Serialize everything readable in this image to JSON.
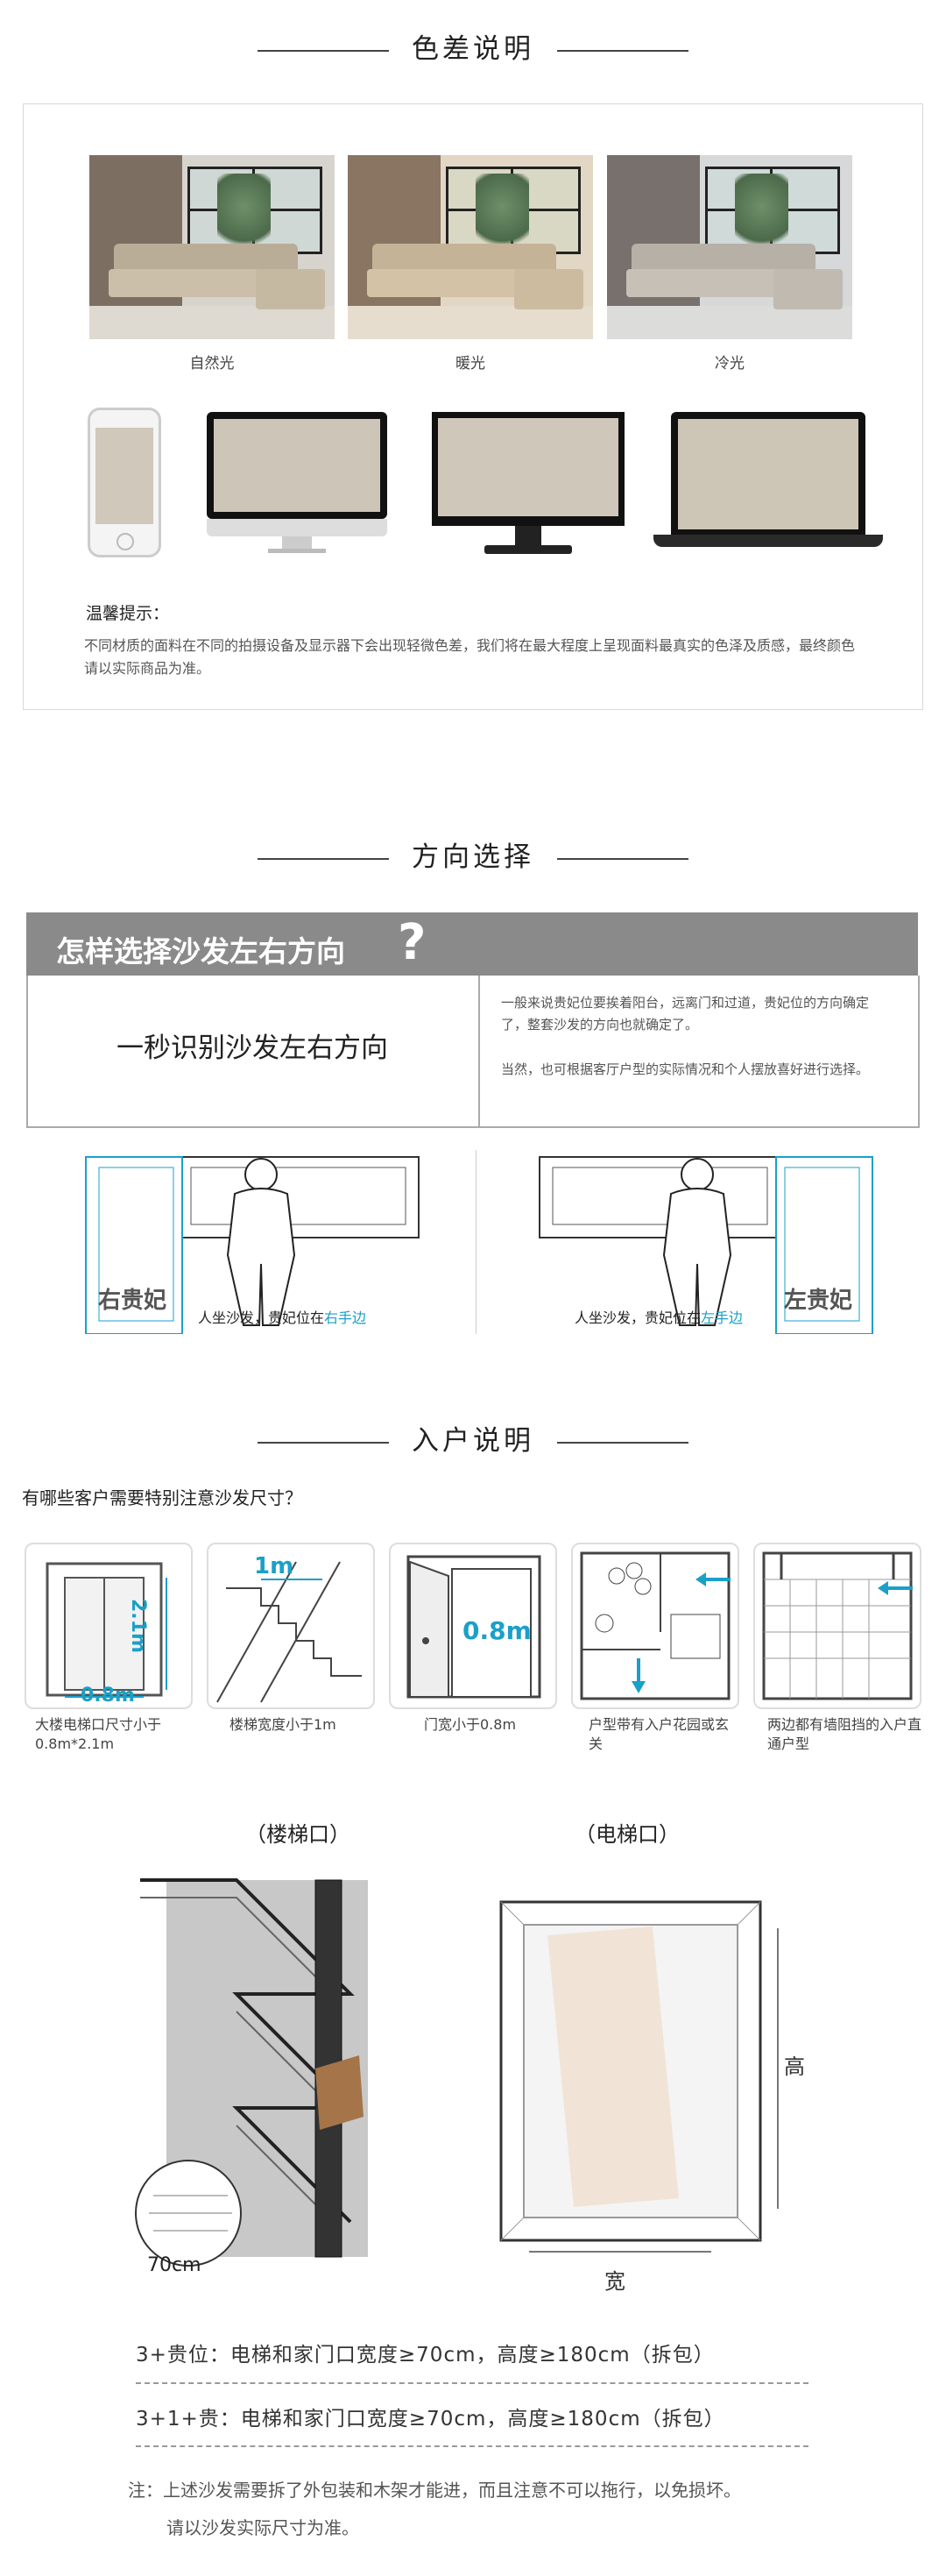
{
  "color_section": {
    "title": "色差说明",
    "light_captions": [
      "自然光",
      "暖光",
      "冷光"
    ],
    "tip_title": "温馨提示：",
    "tip_text": "不同材质的面料在不同的拍摄设备及显示器下会出现轻微色差，我们将在最大程度上呈现面料最真实的色泽及质感，最终颜色请以实际商品为准。"
  },
  "direction_section": {
    "title": "方向选择",
    "banner": "怎样选择沙发左右方向",
    "banner_mark": "?",
    "left_heading": "一秒识别沙发左右方向",
    "para1": "一般来说贵妃位要挨着阳台，远离门和过道，贵妃位的方向确定了，整套沙发的方向也就确定了。",
    "para2": "当然，也可根据客厅户型的实际情况和个人摆放喜好进行选择。",
    "left_label": "右贵妃",
    "right_label": "左贵妃",
    "left_caption_a": "人坐沙发，贵妃位在",
    "left_caption_b": "右手边",
    "right_caption_a": "人坐沙发，贵妃位在",
    "right_caption_b": "左手边"
  },
  "entry_section": {
    "title": "入户说明",
    "question": "有哪些客户需要特别注意沙发尺寸？",
    "icons": [
      {
        "label": "大楼电梯口尺寸小于0.8m*2.1m",
        "dim_a": "2.1m",
        "dim_b": "0.8m"
      },
      {
        "label": "楼梯宽度小于1m",
        "dim_a": "1m"
      },
      {
        "label": "门宽小于0.8m",
        "dim_a": "0.8m"
      },
      {
        "label": "户型带有入户花园或玄关"
      },
      {
        "label": "两边都有墙阻挡的入户直通户型"
      }
    ],
    "stair_title": "（楼梯口）",
    "elevator_title": "（电梯口）",
    "stair_dim": "70cm",
    "elevator_width": "宽",
    "elevator_height": "高",
    "req1": "3+贵位：电梯和家门口宽度≥70cm，高度≥180cm（拆包）",
    "req2": "3+1+贵：电梯和家门口宽度≥70cm，高度≥180cm（拆包）",
    "note1": "注：上述沙发需要拆了外包装和木架才能进，而且注意不可以拖行，以免损坏。",
    "note2": "请以沙发实际尺寸为准。"
  },
  "colors": {
    "accent": "#1aa0c8",
    "banner": "#8a8a8a"
  }
}
